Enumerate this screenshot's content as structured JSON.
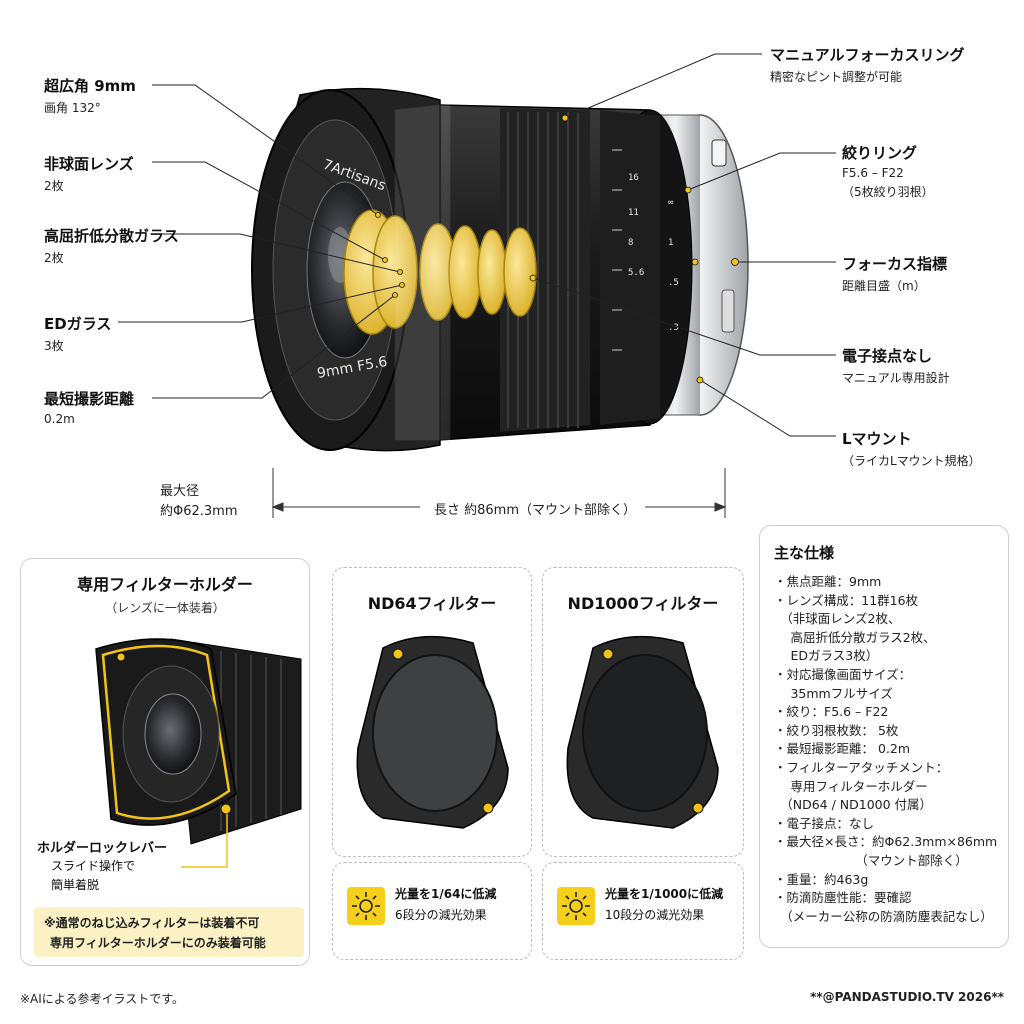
{
  "left_labels": [
    {
      "title": "超広角 9mm",
      "sub": "画角 132°"
    },
    {
      "title": "非球面レンズ",
      "sub": "2枚"
    },
    {
      "title": "高屈折低分散ガラス",
      "sub": "2枚"
    },
    {
      "title": "EDガラス",
      "sub": "3枚"
    },
    {
      "title": "最短撮影距離",
      "sub": "0.2m"
    }
  ],
  "right_labels": [
    {
      "title": "マニュアルフォーカスリング",
      "sub": "精密なピント調整が可能"
    },
    {
      "title": "絞りリング",
      "sub": "F5.6 – F22",
      "sub2": "（5枚絞り羽根）"
    },
    {
      "title": "フォーカス指標",
      "sub": "距離目盛（m）"
    },
    {
      "title": "電子接点なし",
      "sub": "マニュアル専用設計"
    },
    {
      "title": "Lマウント",
      "sub": "（ライカLマウント規格）"
    }
  ],
  "lens": {
    "brand": "7Artisans",
    "model": "9mm F5.6"
  },
  "dimensions": {
    "diameter_title": "最大径",
    "diameter_value": "約Φ62.3mm",
    "length": "長さ 約86mm（マウント部除く）"
  },
  "holder": {
    "title": "専用フィルターホルダー",
    "sub": "（レンズに一体装着）",
    "lever_title": "ホルダーロックレバー",
    "lever_sub1": "スライド操作で",
    "lever_sub2": "簡単着脱",
    "note1": "※通常のねじ込みフィルターは装着不可",
    "note2": "専用フィルターホルダーにのみ装着可能"
  },
  "filters": [
    {
      "title": "ND64フィルター",
      "effect_title": "光量を1/64に低減",
      "effect_sub": "6段分の減光効果",
      "tint": "#3f4042"
    },
    {
      "title": "ND1000フィルター",
      "effect_title": "光量を1/1000に低減",
      "effect_sub": "10段分の減光効果",
      "tint": "#1f2022"
    }
  ],
  "specs": {
    "title": "主な仕様",
    "lines": [
      "・焦点距離：9mm",
      "・レンズ構成：11群16枚",
      "　（非球面レンズ2枚、",
      "　 高屈折低分散ガラス2枚、",
      "　 EDガラス3枚）",
      "・対応撮像画面サイズ：",
      "　 35mmフルサイズ",
      "・絞り：F5.6 – F22",
      "・絞り羽根枚数： 5枚",
      "・最短撮影距離： 0.2m",
      "・フィルターアタッチメント：",
      "　 専用フィルターホルダー",
      "　（ND64 / ND1000 付属）",
      "・電子接点：なし",
      "・最大径×長さ：約Φ62.3mm×86mm",
      "　　　　　　　（マウント部除く）",
      "・重量：約463g",
      "・防滴防塵性能：要確認",
      "　（メーカー公称の防滴防塵表記なし）"
    ]
  },
  "footer": {
    "left": "※AIによる参考イラストです。",
    "right": "**@PANDASTUDIO.TV 2026**"
  },
  "colors": {
    "accent_yellow": "#f2c417",
    "glass_yellow": "#e9c53a",
    "lens_body": "#1b1b1b"
  }
}
